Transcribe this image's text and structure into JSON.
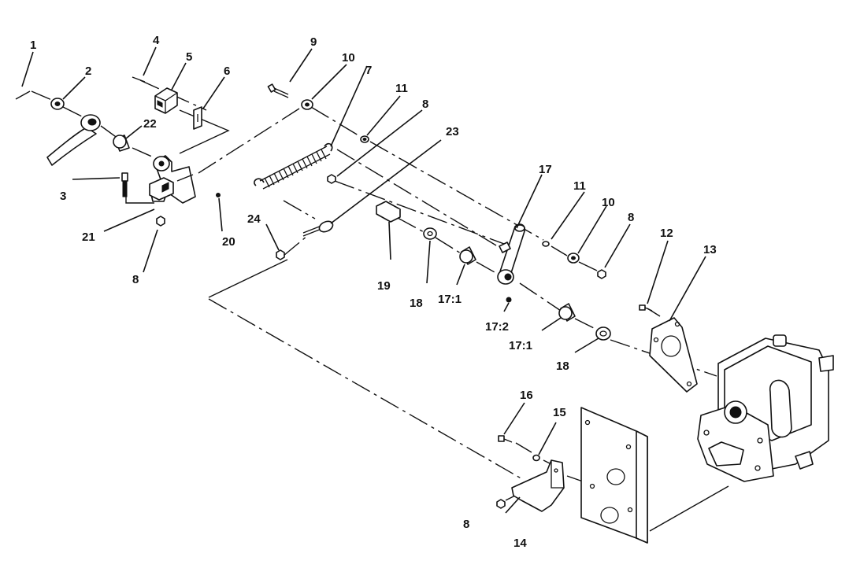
{
  "callouts": [
    {
      "id": "c1",
      "text": "1"
    },
    {
      "id": "c2",
      "text": "2"
    },
    {
      "id": "c3",
      "text": "3"
    },
    {
      "id": "c4",
      "text": "4"
    },
    {
      "id": "c5",
      "text": "5"
    },
    {
      "id": "c6",
      "text": "6"
    },
    {
      "id": "c7",
      "text": "7"
    },
    {
      "id": "c8a",
      "text": "8"
    },
    {
      "id": "c8b",
      "text": "8"
    },
    {
      "id": "c8c",
      "text": "8"
    },
    {
      "id": "c8d",
      "text": "8"
    },
    {
      "id": "c9",
      "text": "9"
    },
    {
      "id": "c10a",
      "text": "10"
    },
    {
      "id": "c10b",
      "text": "10"
    },
    {
      "id": "c11a",
      "text": "11"
    },
    {
      "id": "c11b",
      "text": "11"
    },
    {
      "id": "c12",
      "text": "12"
    },
    {
      "id": "c13",
      "text": "13"
    },
    {
      "id": "c14",
      "text": "14"
    },
    {
      "id": "c15",
      "text": "15"
    },
    {
      "id": "c16",
      "text": "16"
    },
    {
      "id": "c17",
      "text": "17"
    },
    {
      "id": "c17_1a",
      "text": "17:1"
    },
    {
      "id": "c17_1b",
      "text": "17:1"
    },
    {
      "id": "c17_2",
      "text": "17:2"
    },
    {
      "id": "c18a",
      "text": "18"
    },
    {
      "id": "c18b",
      "text": "18"
    },
    {
      "id": "c19",
      "text": "19"
    },
    {
      "id": "c20",
      "text": "20"
    },
    {
      "id": "c21",
      "text": "21"
    },
    {
      "id": "c22",
      "text": "22"
    },
    {
      "id": "c23",
      "text": "23"
    },
    {
      "id": "c24",
      "text": "24"
    }
  ]
}
